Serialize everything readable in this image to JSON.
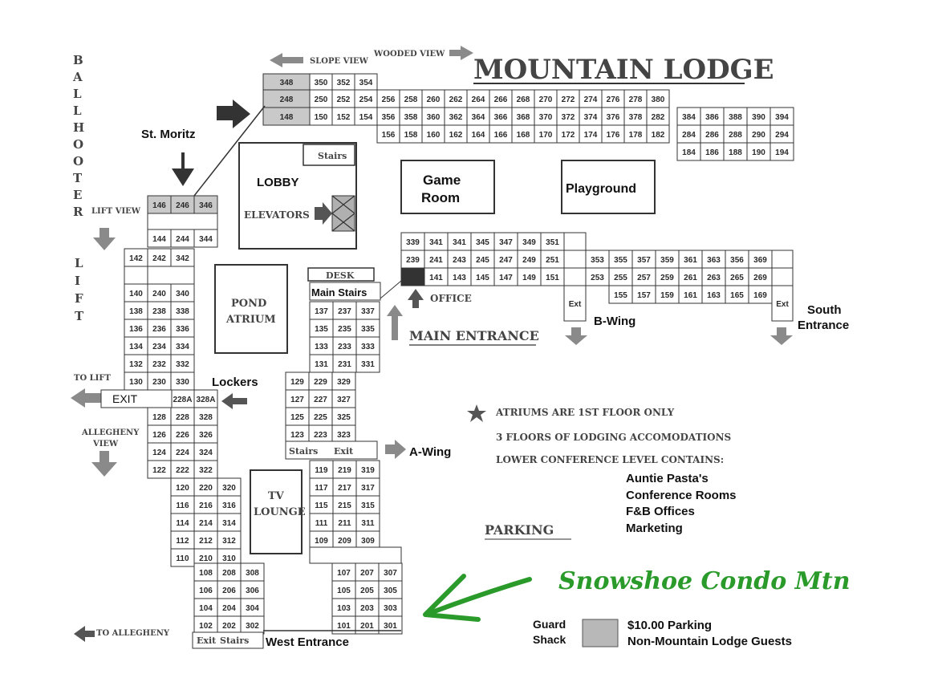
{
  "title": "MOUNTAIN LODGE",
  "side_text": {
    "ballhooter": "BALLHOOTER",
    "lift": "LIFT"
  },
  "views": {
    "slope": "SLOPE VIEW",
    "wooded": "WOODED VIEW",
    "lift": "LIFT VIEW",
    "allegheny": "ALLEGHENY VIEW",
    "to_lift": "TO LIFT",
    "to_allegheny": "TO ALLEGHENY"
  },
  "places": {
    "st_moritz": "St. Moritz",
    "lobby": "LOBBY",
    "stairs": "Stairs",
    "elevators": "ELEVATORS",
    "game_room_1": "Game",
    "game_room_2": "Room",
    "playground": "Playground",
    "pond_atrium_1": "POND",
    "pond_atrium_2": "ATRIUM",
    "desk": "DESK",
    "main_stairs": "Main Stairs",
    "office": "OFFICE",
    "main_entrance": "MAIN ENTRANCE",
    "b_wing": "B-Wing",
    "south_entrance_1": "South",
    "south_entrance_2": "Entrance",
    "lockers": "Lockers",
    "exit_big": "EXIT",
    "tv_lounge_1": "TV",
    "tv_lounge_2": "LOUNGE",
    "a_wing": "A-Wing",
    "parking": "PARKING",
    "west_entrance": "West Entrance",
    "exit_small": "Exit",
    "exit_short": "Ext",
    "stairs_small": "Stairs"
  },
  "notes": {
    "atriums": "ATRIUMS ARE 1ST FLOOR ONLY",
    "floors": "3 FLOORS OF LODGING ACCOMODATIONS",
    "lower": "LOWER CONFERENCE LEVEL CONTAINS:",
    "lower_items": [
      "Auntie Pasta's",
      "Conference Rooms",
      "F&B Offices",
      "Marketing"
    ]
  },
  "brand": "Snowshoe Condo Mtn",
  "guard_shack": [
    "Guard",
    "Shack"
  ],
  "parking_fee": [
    "$10.00 Parking",
    "Non-Mountain Lodge Guests"
  ],
  "colors": {
    "ink": "#333333",
    "shaded_room": "#c9c9c9",
    "arrow": "#8a8a8a",
    "brand_green": "#2a9a2a"
  },
  "rooms": {
    "top_row_3xx": [
      "348",
      "350",
      "352",
      "354"
    ],
    "top_row_2xx": [
      "248",
      "250",
      "252",
      "254",
      "256",
      "258",
      "260",
      "262",
      "264",
      "266",
      "268",
      "270",
      "272",
      "274",
      "276",
      "278",
      "380"
    ],
    "top_row_1xx": [
      "148",
      "150",
      "152",
      "154",
      "356",
      "358",
      "360",
      "362",
      "364",
      "366",
      "368",
      "370",
      "372",
      "374",
      "376",
      "378",
      "282"
    ],
    "top_row_1xx_b": [
      "156",
      "158",
      "160",
      "162",
      "164",
      "166",
      "168",
      "170",
      "172",
      "174",
      "176",
      "178",
      "182"
    ],
    "east_block_a": [
      "384",
      "386",
      "388",
      "390",
      "394"
    ],
    "east_block_b": [
      "284",
      "286",
      "288",
      "290",
      "294"
    ],
    "east_block_c": [
      "184",
      "186",
      "188",
      "190",
      "194"
    ],
    "st_moritz": [
      "146",
      "246",
      "346",
      "144",
      "244",
      "344",
      "142",
      "242",
      "342"
    ],
    "west_wing": [
      [
        "140",
        "240",
        "340"
      ],
      [
        "138",
        "238",
        "338"
      ],
      [
        "136",
        "236",
        "336"
      ],
      [
        "134",
        "234",
        "334"
      ],
      [
        "132",
        "232",
        "332"
      ],
      [
        "130",
        "230",
        "330"
      ]
    ],
    "exit_row": [
      "228A",
      "328A"
    ],
    "west_wing_lower": [
      [
        "128",
        "228",
        "328"
      ],
      [
        "126",
        "226",
        "326"
      ],
      [
        "124",
        "224",
        "324"
      ],
      [
        "122",
        "222",
        "322"
      ]
    ],
    "southwest": [
      [
        "120",
        "220",
        "320"
      ],
      [
        "116",
        "216",
        "316"
      ],
      [
        "114",
        "214",
        "314"
      ],
      [
        "112",
        "212",
        "312"
      ],
      [
        "110",
        "210",
        "310"
      ]
    ],
    "south_block": [
      [
        "108",
        "208",
        "308"
      ],
      [
        "106",
        "206",
        "306"
      ],
      [
        "104",
        "204",
        "304"
      ],
      [
        "102",
        "202",
        "302"
      ]
    ],
    "a_wing_upper": [
      [
        "137",
        "237",
        "337"
      ],
      [
        "135",
        "235",
        "335"
      ],
      [
        "133",
        "233",
        "333"
      ],
      [
        "131",
        "231",
        "331"
      ]
    ],
    "a_wing_mid": [
      [
        "129",
        "229",
        "329"
      ],
      [
        "127",
        "227",
        "327"
      ],
      [
        "125",
        "225",
        "325"
      ],
      [
        "123",
        "223",
        "323"
      ]
    ],
    "a_wing_lower": [
      [
        "119",
        "219",
        "319"
      ],
      [
        "117",
        "217",
        "317"
      ],
      [
        "115",
        "215",
        "315"
      ],
      [
        "111",
        "211",
        "311"
      ],
      [
        "109",
        "209",
        "309"
      ]
    ],
    "a_wing_bottom": [
      [
        "107",
        "207",
        "307"
      ],
      [
        "105",
        "205",
        "305"
      ],
      [
        "103",
        "203",
        "303"
      ],
      [
        "101",
        "201",
        "301"
      ]
    ],
    "b_wing_row1": [
      "339",
      "341",
      "341",
      "345",
      "347",
      "349",
      "351"
    ],
    "b_wing_row2": [
      "239",
      "241",
      "243",
      "245",
      "247",
      "249",
      "251"
    ],
    "b_wing_row3": [
      "141",
      "143",
      "145",
      "147",
      "149",
      "151"
    ],
    "b_east_row1": [
      "353",
      "355",
      "357",
      "359",
      "361",
      "363",
      "356",
      "369"
    ],
    "b_east_row2": [
      "253",
      "255",
      "257",
      "259",
      "261",
      "263",
      "265",
      "269"
    ],
    "b_east_row3": [
      "155",
      "157",
      "159",
      "161",
      "163",
      "165",
      "169"
    ]
  }
}
